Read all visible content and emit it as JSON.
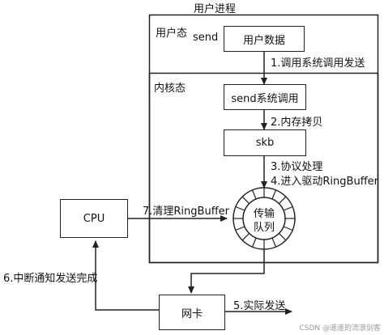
{
  "title": "用户进程",
  "user_mode": {
    "label": "用户态",
    "send_label": "send",
    "data_box": "用户数据"
  },
  "kernel_mode": {
    "label": "内核态",
    "syscall_box": "send系统调用",
    "skb_box": "skb"
  },
  "ring_buffer": {
    "line1": "传输",
    "line2": "队列"
  },
  "cpu_box": "CPU",
  "nic_box": "网卡",
  "steps": {
    "s1": "1.调用系统调用发送",
    "s2": "2.内存拷贝",
    "s3": "3.协议处理",
    "s4": "4.进入驱动RingBuffer",
    "s5": "5.实际发送",
    "s6": "6.中断通知发送完成",
    "s7": "7.清理RingBuffer"
  },
  "watermark": "CSDN @遥遥的流浪剑客"
}
